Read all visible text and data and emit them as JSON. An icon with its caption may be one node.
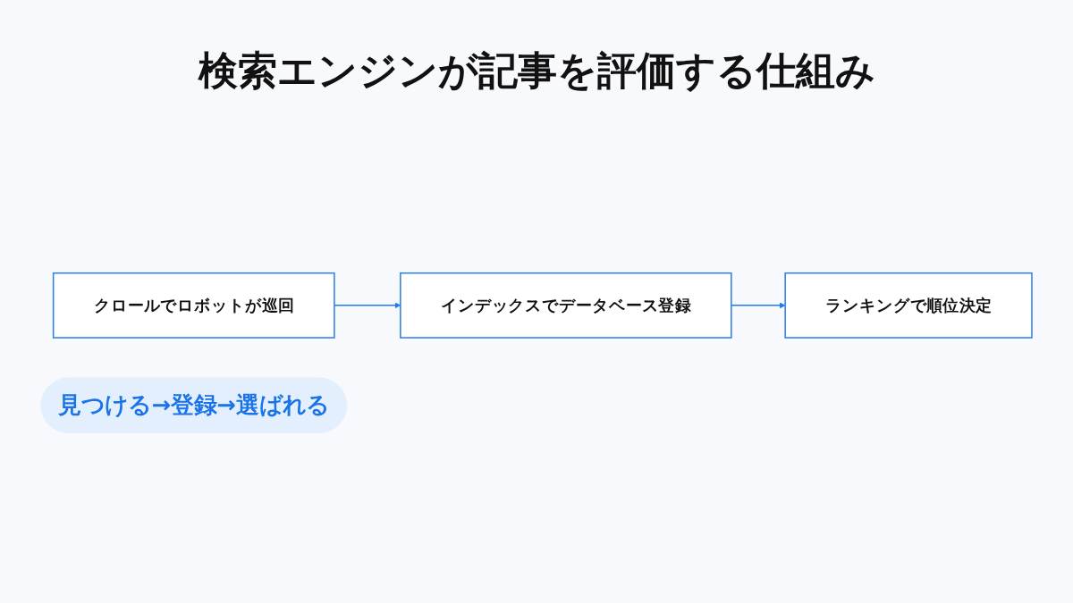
{
  "diagram": {
    "title": "検索エンジンが記事を評価する仕組み",
    "nodes": [
      {
        "text": [
          "クロールでロボットが巡回"
        ]
      },
      {
        "text": [
          "インデックスでデータベース登録"
        ]
      },
      {
        "text": [
          "ランキングで順位決定"
        ]
      },
      {
        "text": [
          "見つける→登録→選ばれる"
        ]
      }
    ],
    "edges": [
      {
        "from": 0,
        "to": 1,
        "arrow": "to"
      },
      {
        "from": 1,
        "to": 2,
        "arrow": "to"
      }
    ]
  }
}
